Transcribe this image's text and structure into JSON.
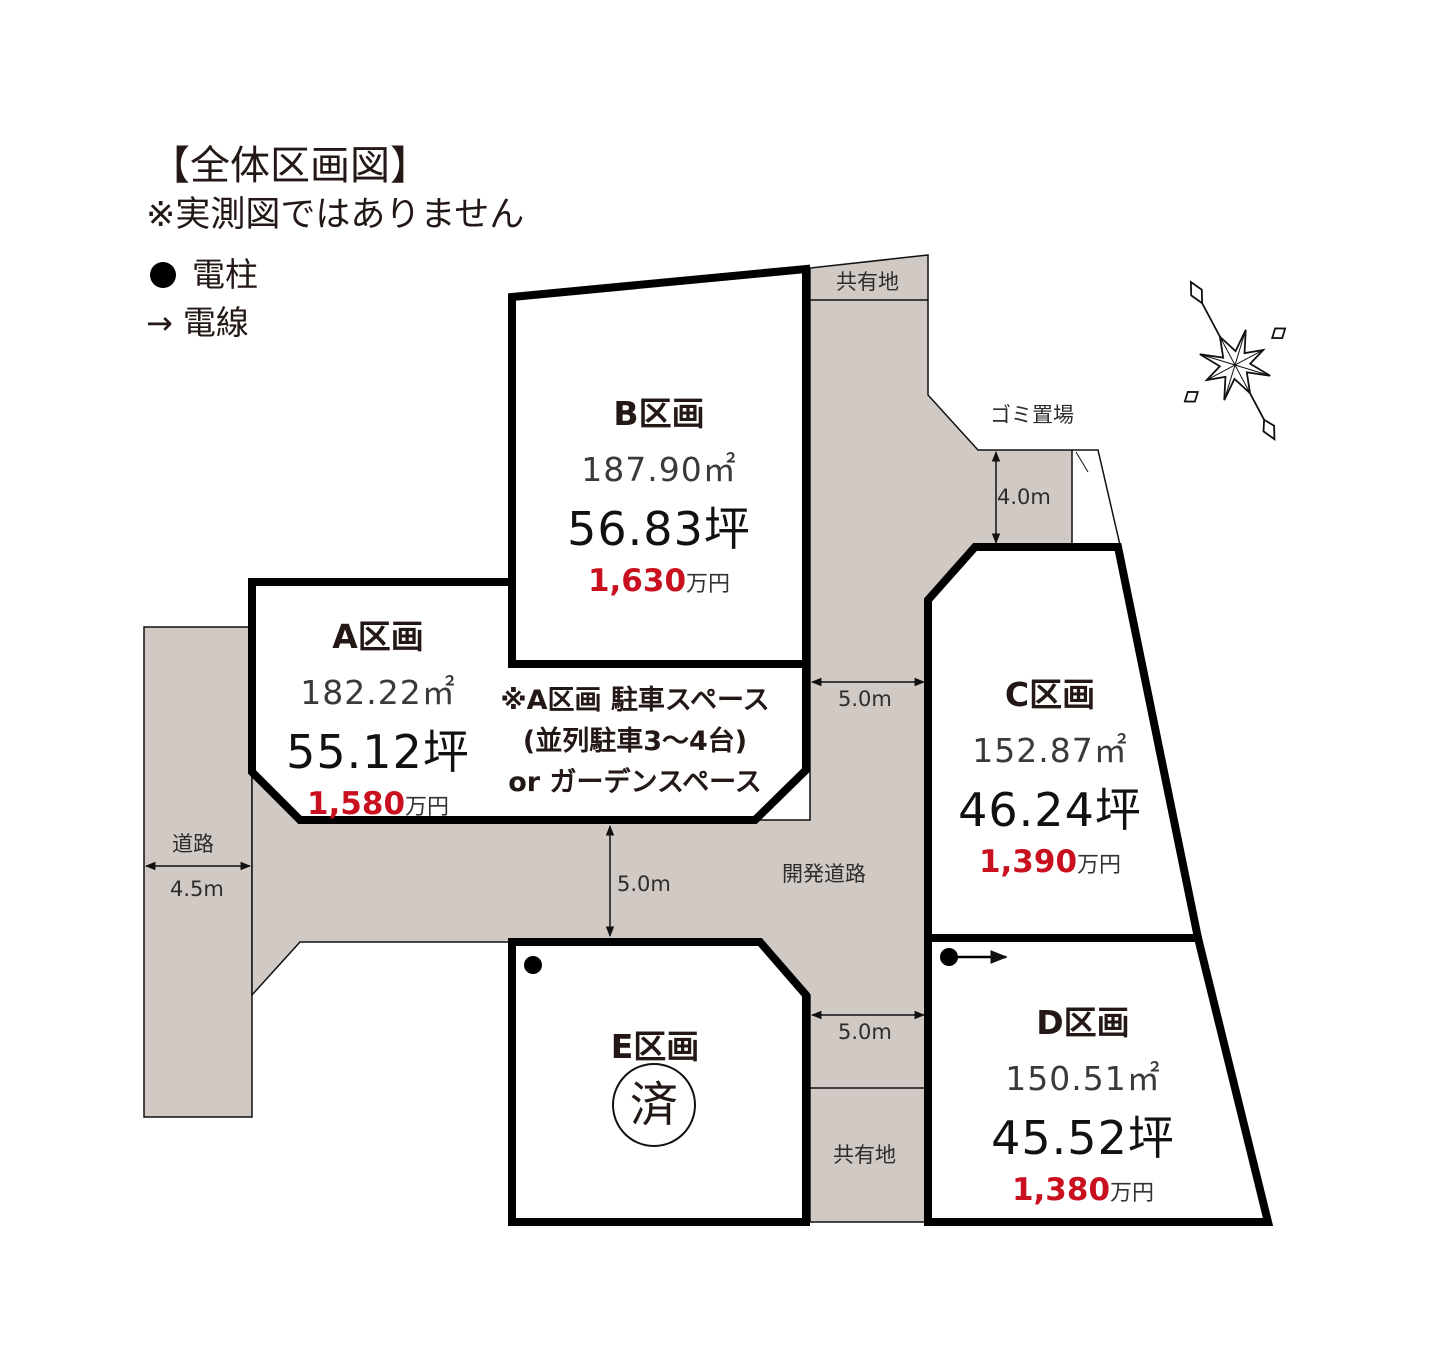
{
  "header": {
    "title": "【全体区画図】",
    "note": "※実測図ではありません"
  },
  "legend": [
    {
      "icon": "utility-pole-dot",
      "label": "電柱"
    },
    {
      "icon": "power-line-arrow",
      "label": "電線"
    }
  ],
  "colors": {
    "road_fill": "#d0c9c4",
    "lot_border": "#000000",
    "price_red": "#c8101e",
    "background": "#ffffff"
  },
  "lots": {
    "A": {
      "name": "A区画",
      "area_sqm": "182.22",
      "area_unit": "㎡",
      "tsubo": "55.12坪",
      "price": "1,580",
      "price_unit": "万円"
    },
    "B": {
      "name": "B区画",
      "area_sqm": "187.90",
      "area_unit": "㎡",
      "tsubo": "56.83坪",
      "price": "1,630",
      "price_unit": "万円"
    },
    "C": {
      "name": "C区画",
      "area_sqm": "152.87",
      "area_unit": "㎡",
      "tsubo": "46.24坪",
      "price": "1,390",
      "price_unit": "万円"
    },
    "D": {
      "name": "D区画",
      "area_sqm": "150.51",
      "area_unit": "㎡",
      "tsubo": "45.52坪",
      "price": "1,380",
      "price_unit": "万円"
    },
    "E": {
      "name": "E区画",
      "status": "済"
    }
  },
  "parking_note": {
    "line1": "※A区画 駐車スペース",
    "line2": "(並列駐車3〜4台)",
    "line3": "or ガーデンスペース"
  },
  "labels": {
    "shared_land_top": "共有地",
    "shared_land_bottom": "共有地",
    "garbage_area": "ゴミ置場",
    "road": "道路",
    "road_width": "4.5m",
    "dev_road": "開発道路",
    "dim_center": "5.0m",
    "dim_upper": "5.0m",
    "dim_lower": "5.0m",
    "dim_garbage": "4.0m"
  },
  "compass": {
    "icon": "compass-rose"
  }
}
